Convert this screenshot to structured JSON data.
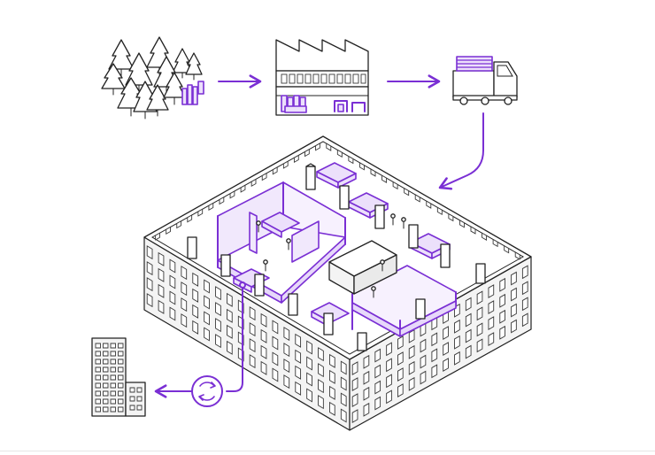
{
  "colors": {
    "accent": "#7a2fd4",
    "accent_light": "#ece0fb",
    "line": "#222222",
    "background": "#ffffff",
    "building_fill": "#f4f4f4"
  },
  "flow_steps": [
    {
      "id": "forest",
      "icon": "forest-icon"
    },
    {
      "id": "factory",
      "icon": "factory-icon"
    },
    {
      "id": "truck",
      "icon": "truck-icon"
    },
    {
      "id": "office-floor",
      "icon": "office-floor-icon"
    },
    {
      "id": "recycle",
      "icon": "recycle-icon"
    },
    {
      "id": "tower",
      "icon": "tower-building-icon"
    }
  ],
  "connections": [
    {
      "from": "forest",
      "to": "factory",
      "style": "arrow"
    },
    {
      "from": "factory",
      "to": "truck",
      "style": "arrow"
    },
    {
      "from": "truck",
      "to": "office-floor",
      "style": "curved-arrow"
    },
    {
      "from": "office-floor",
      "to": "recycle",
      "style": "line"
    },
    {
      "from": "recycle",
      "to": "tower",
      "style": "arrow"
    }
  ]
}
